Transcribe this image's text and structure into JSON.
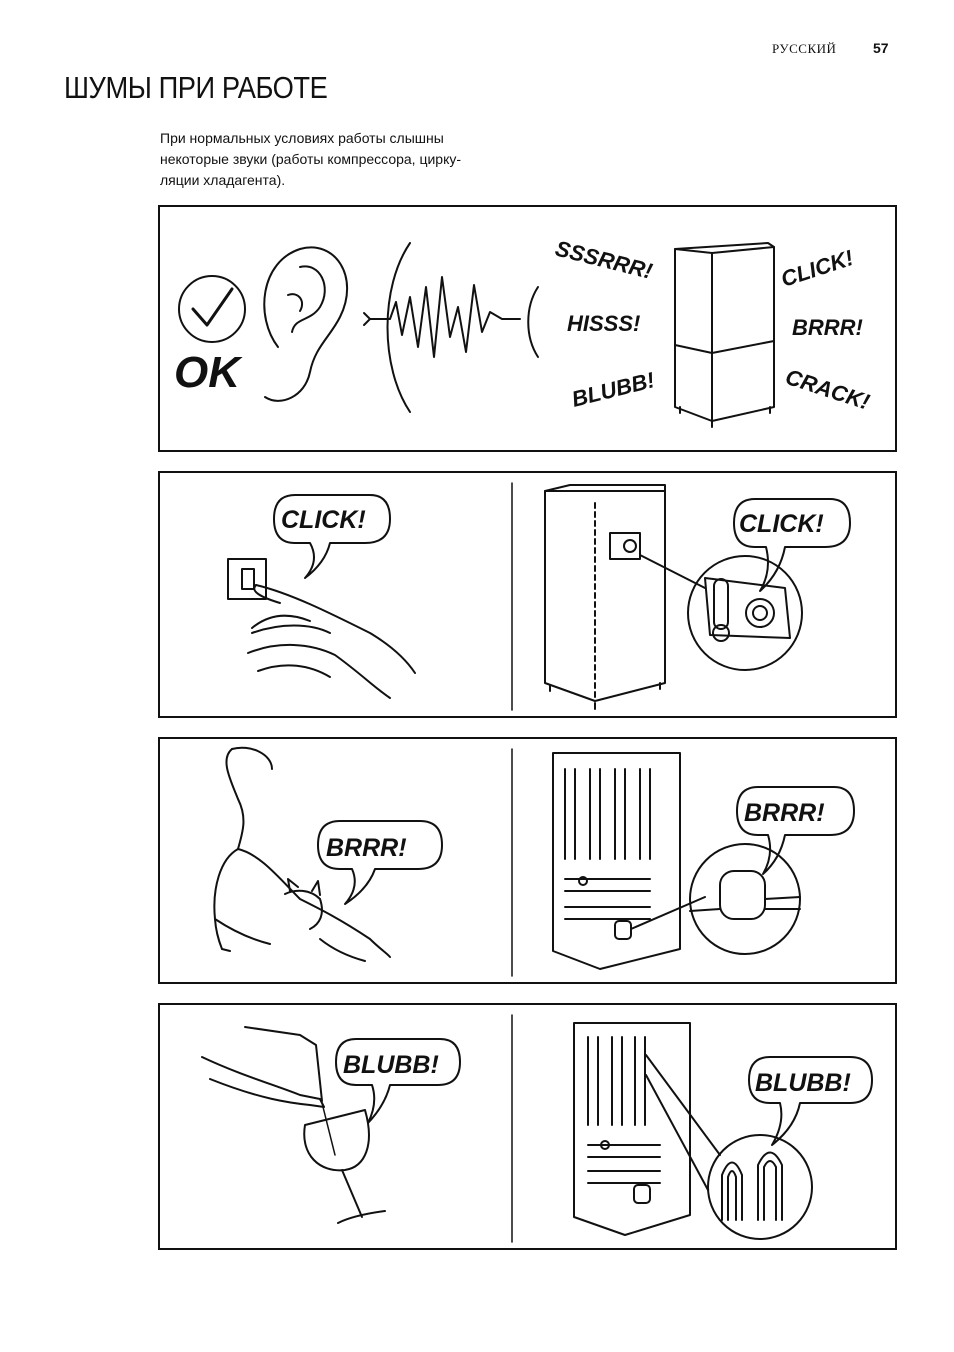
{
  "header": {
    "language": "РУССКИЙ",
    "page_number": "57"
  },
  "page_title": "ШУМЫ ПРИ РАБОТЕ",
  "intro_lines": [
    "При нормальных условиях работы слышны",
    "некоторые звуки (работы компрессора, цирку-",
    "ляции хладагента)."
  ],
  "panel1": {
    "ok_label": "OK",
    "sounds": [
      "SSSRRR!",
      "HISSS!",
      "BLUBB!",
      "CLICK!",
      "BRRR!",
      "CRACK!"
    ]
  },
  "panel2": {
    "left_bubble": "CLICK!",
    "right_bubble": "CLICK!"
  },
  "panel3": {
    "left_bubble": "BRRR!",
    "right_bubble": "BRRR!"
  },
  "panel4": {
    "left_bubble": "BLUBB!",
    "right_bubble": "BLUBB!"
  }
}
